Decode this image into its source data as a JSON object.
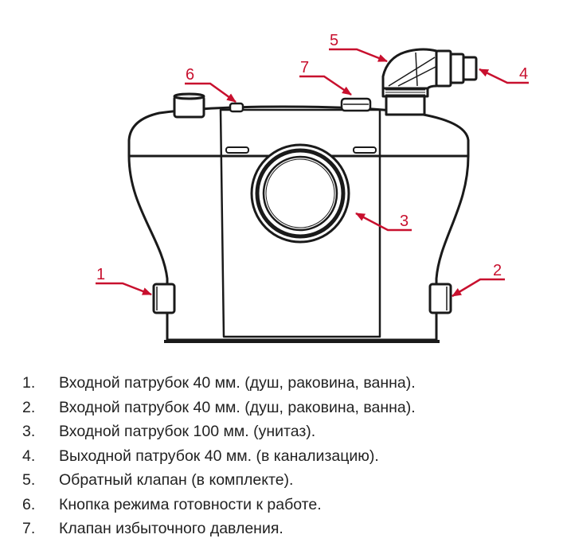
{
  "colors": {
    "outline": "#1a1a1a",
    "body_fill": "#ffffff",
    "shade": "#e6e6e6",
    "accent": "#c8102e",
    "text": "#222222"
  },
  "callouts": [
    {
      "number": "1",
      "target": "left-inlet-40mm"
    },
    {
      "number": "2",
      "target": "right-inlet-40mm"
    },
    {
      "number": "3",
      "target": "toilet-inlet-100mm"
    },
    {
      "number": "4",
      "target": "outlet-pipe-40mm"
    },
    {
      "number": "5",
      "target": "check-valve"
    },
    {
      "number": "6",
      "target": "ready-mode-button"
    },
    {
      "number": "7",
      "target": "pressure-relief-valve"
    }
  ],
  "legend": [
    {
      "number": "1.",
      "text": "Входной патрубок 40 мм. (душ, раковина, ванна)."
    },
    {
      "number": "2.",
      "text": "Входной патрубок 40 мм. (душ, раковина, ванна)."
    },
    {
      "number": "3.",
      "text": "Входной патрубок 100 мм. (унитаз)."
    },
    {
      "number": "4.",
      "text": "Выходной патрубок 40 мм. (в канализацию)."
    },
    {
      "number": "5.",
      "text": "Обратный клапан (в комплекте)."
    },
    {
      "number": "6.",
      "text": "Кнопка режима готовности к работе."
    },
    {
      "number": "7.",
      "text": "Клапан избыточного давления."
    }
  ]
}
